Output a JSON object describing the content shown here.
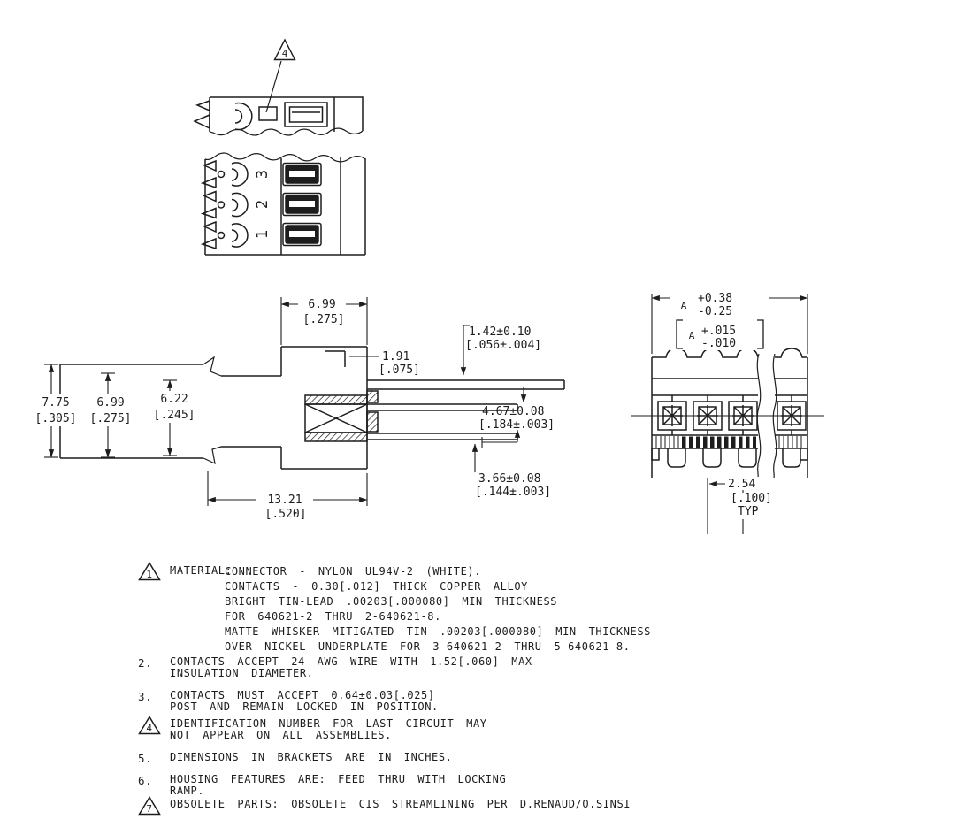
{
  "drawing": {
    "bg": "#ffffff",
    "ink": "#1d1d1d"
  },
  "views": {
    "detail": {
      "flag": "4"
    },
    "plan": {
      "positions": [
        "1",
        "2",
        "3"
      ]
    }
  },
  "dims": {
    "block_width": {
      "mm": "6.99",
      "inch": "[.275]"
    },
    "latch_step": {
      "mm": "1.91",
      "inch": "[.075]"
    },
    "wall": {
      "mm": "1.42±0.10",
      "inch": "[.056±.004]"
    },
    "height_overall": {
      "mm": "7.75",
      "inch": "[.305]"
    },
    "height_body": {
      "mm": "6.99",
      "inch": "[.275]"
    },
    "height_opening": {
      "mm": "6.22",
      "inch": "[.245]"
    },
    "post_upper": {
      "mm": "4.67±0.08",
      "inch": "[.184±.003]"
    },
    "post_lower": {
      "mm": "3.66±0.08",
      "inch": "[.144±.003]"
    },
    "length_overall": {
      "mm": "13.21",
      "inch": "[.520]"
    },
    "width_tol": {
      "ref": "A",
      "plus_mm": "+0.38",
      "minus_mm": "-0.25",
      "ref_inch": "A",
      "plus_inch": "+.015",
      "minus_inch": "-.010"
    },
    "pitch": {
      "mm": "2.54",
      "inch": "[.100]",
      "qualifier": "TYP"
    }
  },
  "notes": [
    {
      "marker": "1",
      "flagged": true,
      "label": "MATERIAL:",
      "lines": [
        "CONNECTOR - NYLON UL94V-2 (WHITE).",
        "CONTACTS - 0.30[.012] THICK COPPER ALLOY",
        "BRIGHT TIN-LEAD .00203[.000080] MIN THICKNESS",
        "FOR 640621-2 THRU 2-640621-8.",
        "MATTE WHISKER MITIGATED TIN .00203[.000080] MIN THICKNESS",
        "OVER NICKEL UNDERPLATE FOR 3-640621-2 THRU 5-640621-8."
      ]
    },
    {
      "marker": "2.",
      "flagged": false,
      "label": "",
      "lines": [
        "CONTACTS ACCEPT 24 AWG WIRE WITH 1.52[.060] MAX",
        "INSULATION DIAMETER."
      ]
    },
    {
      "marker": "3.",
      "flagged": false,
      "label": "",
      "lines": [
        "CONTACTS MUST ACCEPT 0.64±0.03[.025]",
        "POST AND REMAIN LOCKED IN POSITION."
      ]
    },
    {
      "marker": "4",
      "flagged": true,
      "label": "",
      "lines": [
        "IDENTIFICATION NUMBER FOR LAST CIRCUIT MAY",
        "NOT APPEAR ON ALL ASSEMBLIES."
      ]
    },
    {
      "marker": "5.",
      "flagged": false,
      "label": "",
      "lines": [
        "DIMENSIONS IN BRACKETS ARE IN INCHES."
      ]
    },
    {
      "marker": "6.",
      "flagged": false,
      "label": "",
      "lines": [
        "HOUSING FEATURES ARE: FEED THRU WITH LOCKING",
        "RAMP."
      ]
    },
    {
      "marker": "7",
      "flagged": true,
      "label": "",
      "lines": [
        "OBSOLETE PARTS: OBSOLETE CIS STREAMLINING PER D.RENAUD/O.SINSI"
      ]
    }
  ]
}
